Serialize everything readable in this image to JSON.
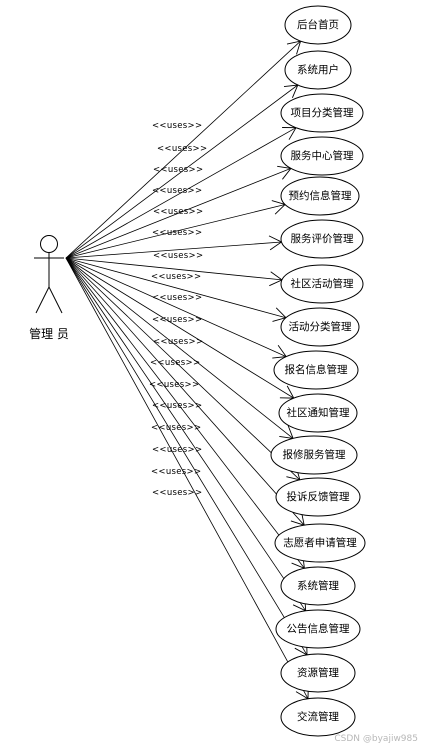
{
  "actor": {
    "name": "管理 员"
  },
  "stereotype": "<<uses>>",
  "use_cases": [
    "后台首页",
    "系统用户",
    "项目分类管理",
    "服务中心管理",
    "预约信息管理",
    "服务评价管理",
    "社区活动管理",
    "活动分类管理",
    "报名信息管理",
    "社区通知管理",
    "报修服务管理",
    "投诉反馈管理",
    "志愿者申请管理",
    "系统管理",
    "公告信息管理",
    "资源管理",
    "交流管理"
  ],
  "watermark": "CSDN @byajiw985"
}
